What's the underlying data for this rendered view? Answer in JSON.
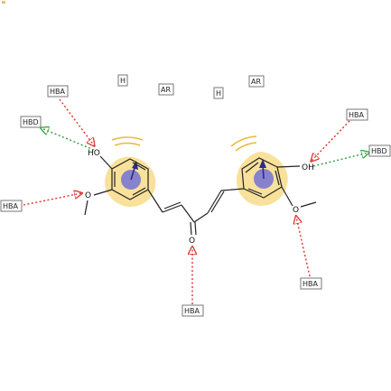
{
  "molecule": {
    "atoms": {
      "left_oh": "HO",
      "left_ome": "O",
      "right_oh": "OH",
      "right_ome": "O",
      "carbonyl": "O"
    }
  },
  "features": {
    "hba_top_left": "HBA",
    "hbd_left": "HBD",
    "hba_left": "HBA",
    "h_1": "H",
    "ar_1": "AR",
    "h_2": "H",
    "ar_2": "AR",
    "hba_top_right": "HBA",
    "hbd_right": "HBD",
    "hba_bottom_right": "HBA",
    "hba_bottom": "HBA"
  },
  "colors": {
    "hba": "#e0302a",
    "hbd": "#2e9e3a",
    "aromatic_ring": "#6a6ad8",
    "hydrophobic": "#f2c94c",
    "bond": "#222222"
  }
}
